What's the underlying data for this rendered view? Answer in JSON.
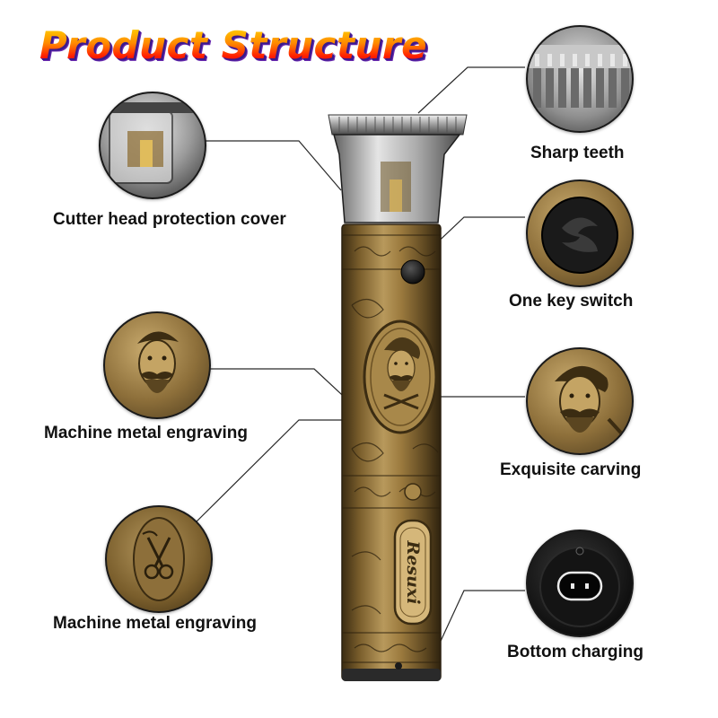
{
  "title": "Product Structure",
  "brand": "Resuxi",
  "callouts": {
    "cutter_cover": "Cutter head protection cover",
    "sharp_teeth": "Sharp teeth",
    "one_key_switch": "One key switch",
    "engraving_top": "Machine metal engraving",
    "exquisite_carving": "Exquisite carving",
    "engraving_bottom": "Machine metal engraving",
    "bottom_charging": "Bottom charging"
  },
  "colors": {
    "bronze": "#9b7a3e",
    "bronze_dark": "#4a3818",
    "title_orange": "#ff5a00",
    "title_shadow": "#3a1a8c"
  }
}
